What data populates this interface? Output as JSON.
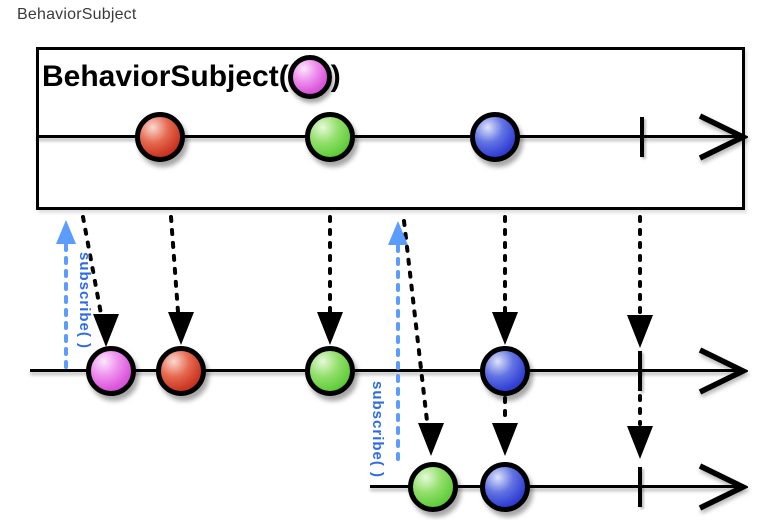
{
  "page": {
    "title": "BehaviorSubject"
  },
  "box": {
    "label_prefix": "BehaviorSubject(",
    "label_suffix": ")",
    "initial_value_marble_color": "#dc5adc"
  },
  "subscriptions": [
    {
      "label": "subscribe( )"
    },
    {
      "label": "subscribe( )"
    }
  ],
  "colors": {
    "marble_magenta": "#dc5adc",
    "marble_red": "#cb3723",
    "marble_green": "#63ce3e",
    "marble_blue": "#3240d4",
    "line_black": "#000000",
    "subscribe_arrow_blue": "#5b9cfc",
    "subscribe_text_blue": "#2e6be5",
    "page_title_gray": "#3b3b3b"
  },
  "diagram": {
    "type": "marble-diagram",
    "timelines": [
      {
        "id": "source",
        "events": [
          "red",
          "green",
          "blue"
        ],
        "completed": true
      },
      {
        "id": "subscriber-1",
        "events": [
          "magenta",
          "red",
          "green",
          "blue"
        ],
        "completed": true,
        "note": "receives initial magenta value on subscribe"
      },
      {
        "id": "subscriber-2",
        "events": [
          "green",
          "blue"
        ],
        "completed": true,
        "note": "subscribes late, receives latest value green"
      }
    ]
  }
}
